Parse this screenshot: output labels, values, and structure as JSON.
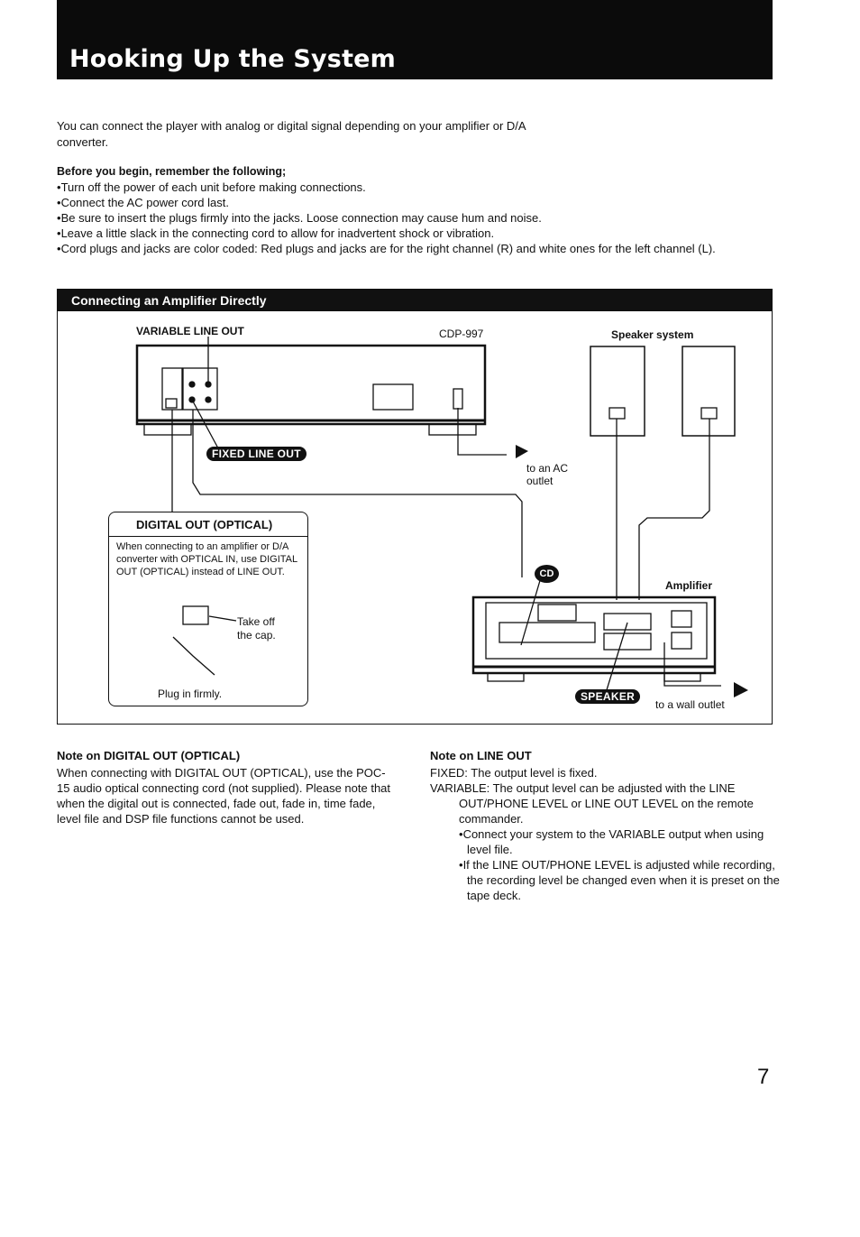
{
  "page": {
    "title": "Hooking Up the System",
    "intro": "You can connect the player with analog or digital signal depending on your amplifier or D/A converter.",
    "before_heading": "Before you begin, remember the following;",
    "bullets": [
      "Turn off the power of each unit before making connections.",
      "Connect the AC power cord last.",
      "Be sure to insert the plugs firmly into the jacks. Loose connection may cause hum and noise.",
      "Leave a little slack in the connecting cord to allow for inadvertent shock or vibration.",
      "Cord plugs and jacks are color coded: Red plugs and jacks are for the right channel (R) and white ones for the left channel (L)."
    ],
    "page_number": "7"
  },
  "section": {
    "title": "Connecting an Amplifier Directly",
    "labels": {
      "variable_line_out": "VARIABLE LINE OUT",
      "cdp": "CDP-997",
      "speaker_system": "Speaker system",
      "fixed_line_out": "FIXED LINE OUT",
      "to_ac_1": "to an AC",
      "to_ac_2": "outlet",
      "amplifier": "Amplifier",
      "cd": "CD",
      "speaker": "SPEAKER",
      "wall_outlet": "to a wall outlet"
    },
    "digital_box": {
      "heading": "DIGITAL OUT (OPTICAL)",
      "text": "When connecting to an amplifier or D/A converter with OPTICAL IN, use DIGITAL OUT (OPTICAL) instead of LINE OUT.",
      "take_off_1": "Take off",
      "take_off_2": "the cap.",
      "plug_in": "Plug in firmly."
    }
  },
  "notes": {
    "digital": {
      "heading": "Note on DIGITAL OUT (OPTICAL)",
      "text": "When connecting with DIGITAL OUT (OPTICAL), use the POC-15 audio optical connecting cord (not supplied). Please note that when the digital out is connected, fade out, fade in, time fade, level file and DSP file functions cannot be used."
    },
    "line_out": {
      "heading": "Note on LINE OUT",
      "fixed": "FIXED: The output level is fixed.",
      "variable_1": "VARIABLE: The output level can be adjusted with the LINE",
      "variable_2": "OUT/PHONE LEVEL or LINE OUT LEVEL on the remote commander.",
      "sub_bullets": [
        "Connect your system to the VARIABLE output when using level file.",
        "If the LINE OUT/PHONE LEVEL is adjusted while recording, the recording level be changed even when it is preset on the tape deck."
      ]
    }
  }
}
